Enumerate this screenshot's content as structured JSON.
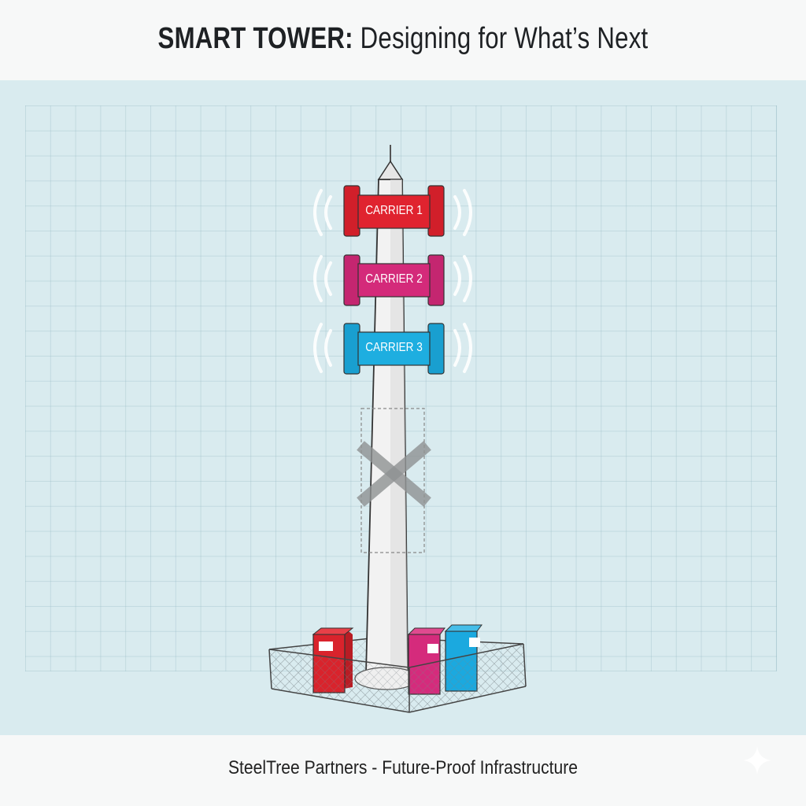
{
  "header": {
    "title_bold": "SMART TOWER:",
    "title_rest": " Designing for What’s Next"
  },
  "diagram": {
    "carriers": [
      {
        "label": "CARRIER 1",
        "color": "#e0232f"
      },
      {
        "label": "CARRIER 2",
        "color": "#d42a7a"
      },
      {
        "label": "CARRIER 3",
        "color": "#1eaee0"
      }
    ],
    "removed_slot": "crossed-out empty mount position",
    "equipment_cabinets": [
      {
        "color": "#d9232c"
      },
      {
        "color": "#d52b7c"
      },
      {
        "color": "#1ba9df"
      }
    ]
  },
  "footer": {
    "text": "SteelTree Partners - Future-Proof Infrastructure"
  },
  "colors": {
    "background": "#f7f8f8",
    "panel": "#d9ebef",
    "tower": "#f2f2f2"
  }
}
